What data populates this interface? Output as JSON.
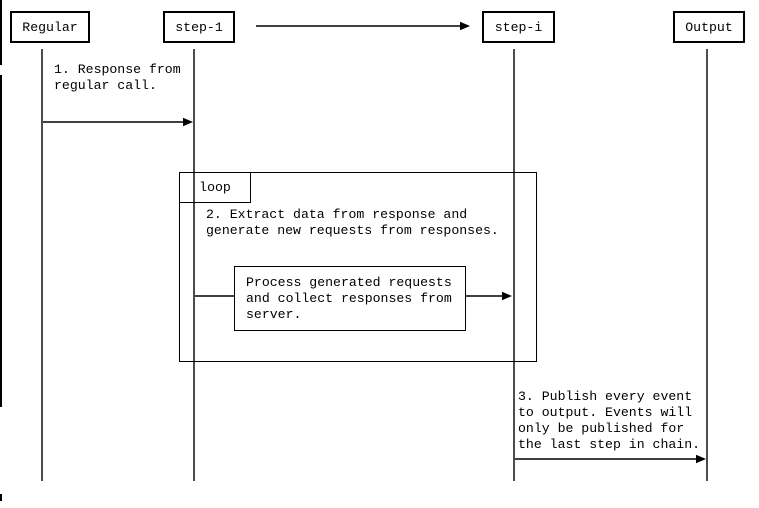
{
  "diagram": {
    "actors": [
      {
        "label": "Regular"
      },
      {
        "label": "step-1"
      },
      {
        "label": "step-i"
      },
      {
        "label": "Output"
      }
    ],
    "loop_label": "loop",
    "messages": {
      "msg1": "1. Response from\nregular call.",
      "msg2": "2. Extract data from response and\ngenerate new requests from responses.",
      "msg3": "3. Publish every event\nto output. Events will\nonly be published for\nthe last step in chain.",
      "process": "Process generated requests\nand collect responses from\nserver."
    },
    "colors": {
      "line": "#000000",
      "lifeline": "#4d4d4d",
      "background": "#ffffff",
      "text": "#000000"
    }
  }
}
